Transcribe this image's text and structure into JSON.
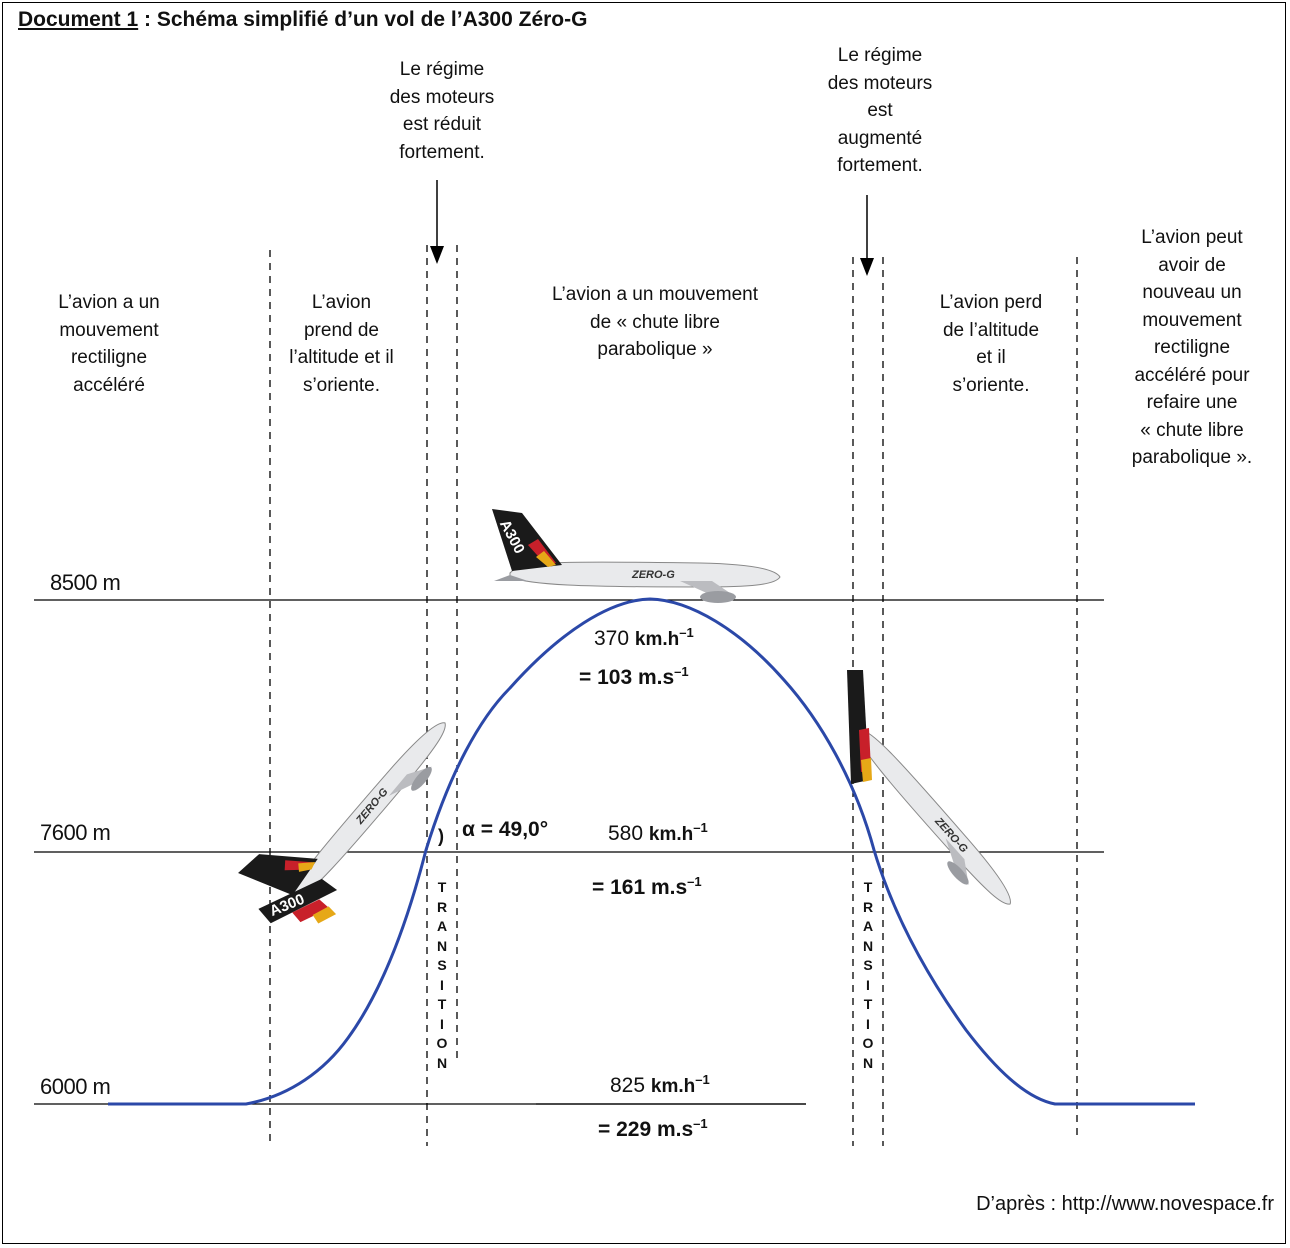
{
  "title": {
    "prefix": "Document 1",
    "rest": " : Schéma simplifié d’un vol de l’A300 Zéro-G"
  },
  "phases": {
    "p1": [
      "L’avion a un",
      "mouvement",
      "rectiligne",
      "accéléré"
    ],
    "p2": [
      "L’avion",
      "prend de",
      "l’altitude et  il",
      "s’oriente."
    ],
    "p3": [
      "L’avion a un mouvement",
      "de « chute libre",
      "parabolique »"
    ],
    "p4": [
      "L’avion perd",
      "de l’altitude",
      "et  il",
      "s’oriente."
    ],
    "p5": [
      "L’avion peut",
      "avoir de",
      "nouveau un",
      "mouvement",
      "rectiligne",
      "accéléré pour",
      "refaire une",
      "« chute libre",
      "parabolique »."
    ]
  },
  "engine": {
    "reduced": [
      "Le régime",
      "des moteurs",
      "est réduit",
      "fortement."
    ],
    "increased": [
      "Le régime",
      "des moteurs",
      "est",
      "augmenté",
      "fortement."
    ]
  },
  "altitudes": {
    "a8500": "8500 m",
    "a7600": "7600 m",
    "a6000": "6000 m"
  },
  "speeds": {
    "s370": {
      "value": "370",
      "unit": "km.h",
      "exp": "–1",
      "eq": "= 103 m.s",
      "eqexp": "–1"
    },
    "s580": {
      "value": "580",
      "unit": "km.h",
      "exp": "–1",
      "eq": "= 161 m.s",
      "eqexp": "–1"
    },
    "s825": {
      "value": "825",
      "unit": "km.h",
      "exp": "–1",
      "eq": "= 229 m.s",
      "eqexp": "–1"
    }
  },
  "angle": {
    "bracket": ")",
    "label": "α = 49,0°"
  },
  "transition_letters": [
    "T",
    "R",
    "A",
    "N",
    "S",
    "I",
    "T",
    "I",
    "O",
    "N"
  ],
  "plane_labels": {
    "model": "A300",
    "name": "ZERO-G"
  },
  "source": "D’après : http://www.novespace.fr",
  "colors": {
    "curve": "#2b48a8",
    "tail_dark": "#1a1a1a",
    "tail_red": "#c8202a",
    "tail_gold": "#e6a817",
    "fuselage": "#e9eaec"
  }
}
